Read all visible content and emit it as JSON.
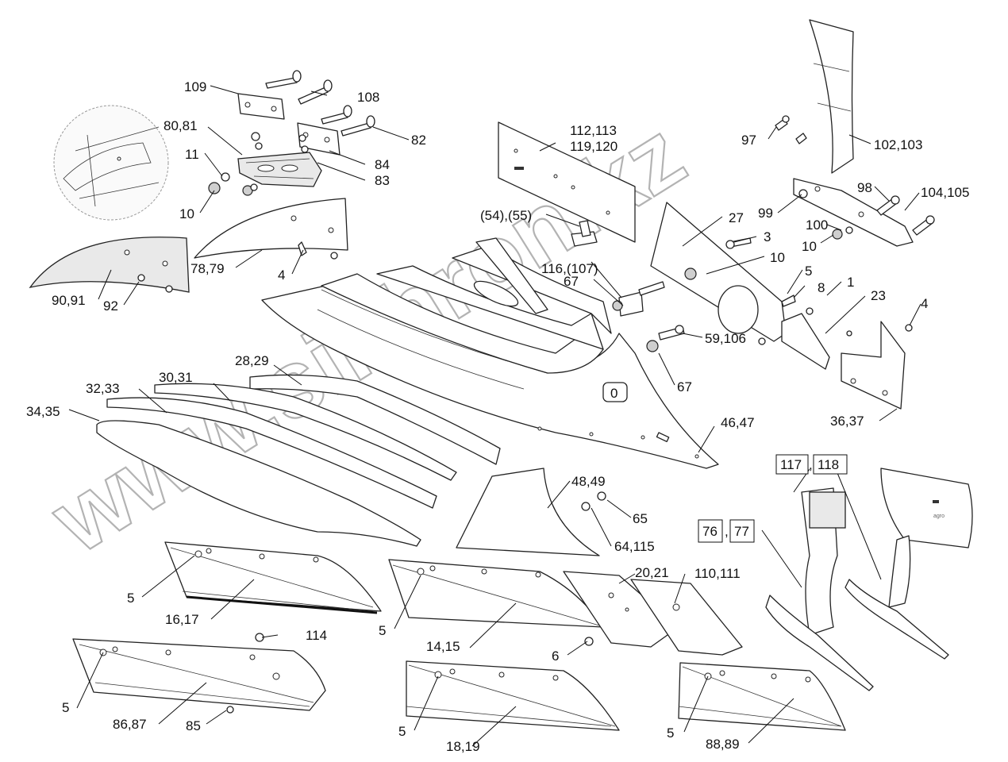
{
  "watermark": "www.sinhron.kz",
  "labels": {
    "l109": "109",
    "l108": "108",
    "l82": "82",
    "l8081": "80,81",
    "l84": "84",
    "l11": "11",
    "l83": "83",
    "l10a": "10",
    "l7879": "78,79",
    "l4a": "4",
    "l9091": "90,91",
    "l92": "92",
    "l112": "112,113",
    "l119": "119,120",
    "l54": "(54),(55)",
    "l116": "116,(107)",
    "l67a": "67",
    "l67b": "67",
    "l97": "97",
    "l102": "102,103",
    "l98": "98",
    "l104": "104,105",
    "l99": "99",
    "l27": "27",
    "l100": "100",
    "l3": "3",
    "l10b": "10",
    "l10c": "10",
    "l5a": "5",
    "l8": "8",
    "l1": "1",
    "l23": "23",
    "l4b": "4",
    "l59": "59,106",
    "l3637": "36,37",
    "l2829": "28,29",
    "l3031": "30,31",
    "l3233": "32,33",
    "l3435": "34,35",
    "l4647": "46,47",
    "l4849": "48,49",
    "l65": "65",
    "l64": "64,115",
    "l117": "117",
    "l118": "118",
    "l76": "76",
    "l77": "77",
    "comma1": ",",
    "comma2": ",",
    "l5b": "5",
    "l1617": "16,17",
    "l2021": "20,21",
    "l110": "110,111",
    "l5c": "5",
    "l1415": "14,15",
    "l114": "114",
    "l6": "6",
    "l5d": "5",
    "l8687": "86,87",
    "l85": "85",
    "l5e": "5",
    "l1819": "18,19",
    "l5f": "5",
    "l8889": "88,89"
  }
}
